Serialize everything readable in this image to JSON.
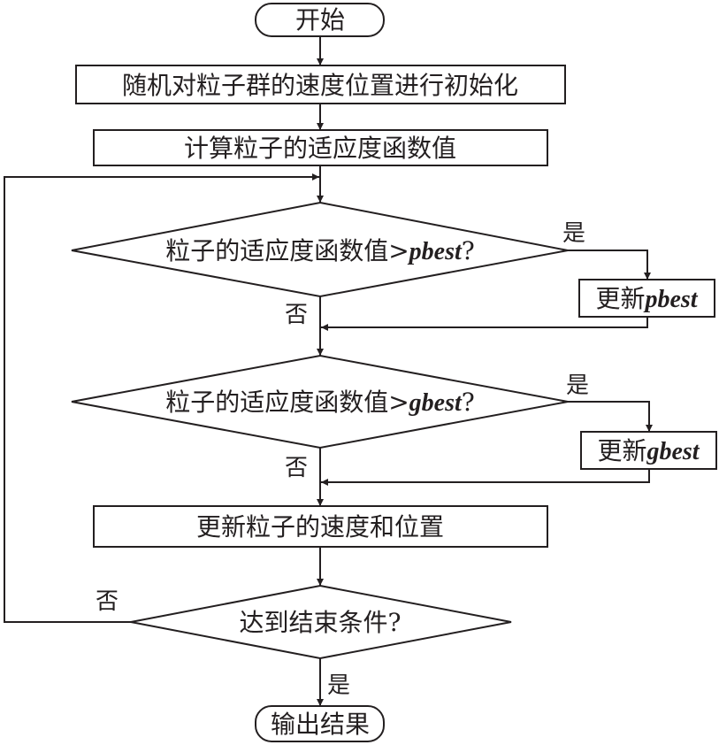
{
  "nodes": {
    "start": "开始",
    "init": "随机对粒子群的速度位置进行初始化",
    "fitness": "计算粒子的适应度函数值",
    "decision_pbest": {
      "prefix": "粒子的适应度函数值>",
      "var": "pbest",
      "suffix": "?"
    },
    "update_pbest": {
      "prefix": "更新",
      "var": "pbest"
    },
    "decision_gbest": {
      "prefix": "粒子的适应度函数值>",
      "var": "gbest",
      "suffix": "?"
    },
    "update_gbest": {
      "prefix": "更新",
      "var": "gbest"
    },
    "update_particles": "更新粒子的速度和位置",
    "decision_end": "达到结束条件?",
    "end": "输出结果"
  },
  "labels": {
    "yes": "是",
    "no": "否"
  },
  "colors": {
    "stroke": "#231f20",
    "background": "#ffffff"
  }
}
